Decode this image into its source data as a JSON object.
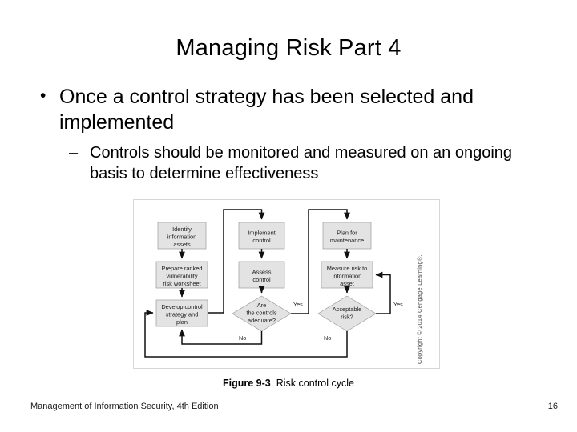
{
  "slide": {
    "title": "Managing Risk Part 4",
    "number": "16",
    "footer": "Management of Information Security, 4th Edition"
  },
  "bullets": {
    "level1_marker": "•",
    "level1_text": "Once a control strategy has been selected and implemented",
    "level2_marker": "–",
    "level2_text": "Controls should be monitored and measured on an ongoing basis to determine effectiveness"
  },
  "figure": {
    "number": "Figure 9-3",
    "title": "Risk control cycle",
    "copyright": "Copyright © 2014 Cengage Learning®.",
    "colors": {
      "node_fill": "#e3e3e3",
      "node_stroke": "#9a9a9a",
      "connector": "#111111",
      "frame_border": "#d6d6d6"
    },
    "nodes": [
      {
        "id": "identify-information-assets",
        "shape": "box",
        "lines": [
          "Identify",
          "information",
          "assets"
        ]
      },
      {
        "id": "prepare-ranked-vulnerability-risk-worksheet",
        "shape": "box",
        "lines": [
          "Prepare ranked",
          "vulnerability",
          "risk worksheet"
        ]
      },
      {
        "id": "develop-control-strategy-and-plan",
        "shape": "box",
        "lines": [
          "Develop control",
          "strategy and",
          "plan"
        ]
      },
      {
        "id": "implement-control",
        "shape": "box",
        "lines": [
          "Implement",
          "control"
        ]
      },
      {
        "id": "assess-control",
        "shape": "box",
        "lines": [
          "Assess",
          "control"
        ]
      },
      {
        "id": "are-the-controls-adequate",
        "shape": "diamond",
        "lines": [
          "Are",
          "the controls",
          "adequate?"
        ]
      },
      {
        "id": "plan-for-maintenance",
        "shape": "box",
        "lines": [
          "Plan for",
          "maintenance"
        ]
      },
      {
        "id": "measure-risk-to-information-asset",
        "shape": "box",
        "lines": [
          "Measure risk to",
          "information",
          "asset"
        ]
      },
      {
        "id": "acceptable-risk",
        "shape": "diamond",
        "lines": [
          "Acceptable",
          "risk?"
        ]
      }
    ],
    "edge_labels": [
      {
        "id": "controls-adequate-yes",
        "text": "Yes"
      },
      {
        "id": "controls-adequate-no",
        "text": "No"
      },
      {
        "id": "acceptable-risk-yes",
        "text": "Yes"
      },
      {
        "id": "acceptable-risk-no",
        "text": "No"
      }
    ]
  }
}
